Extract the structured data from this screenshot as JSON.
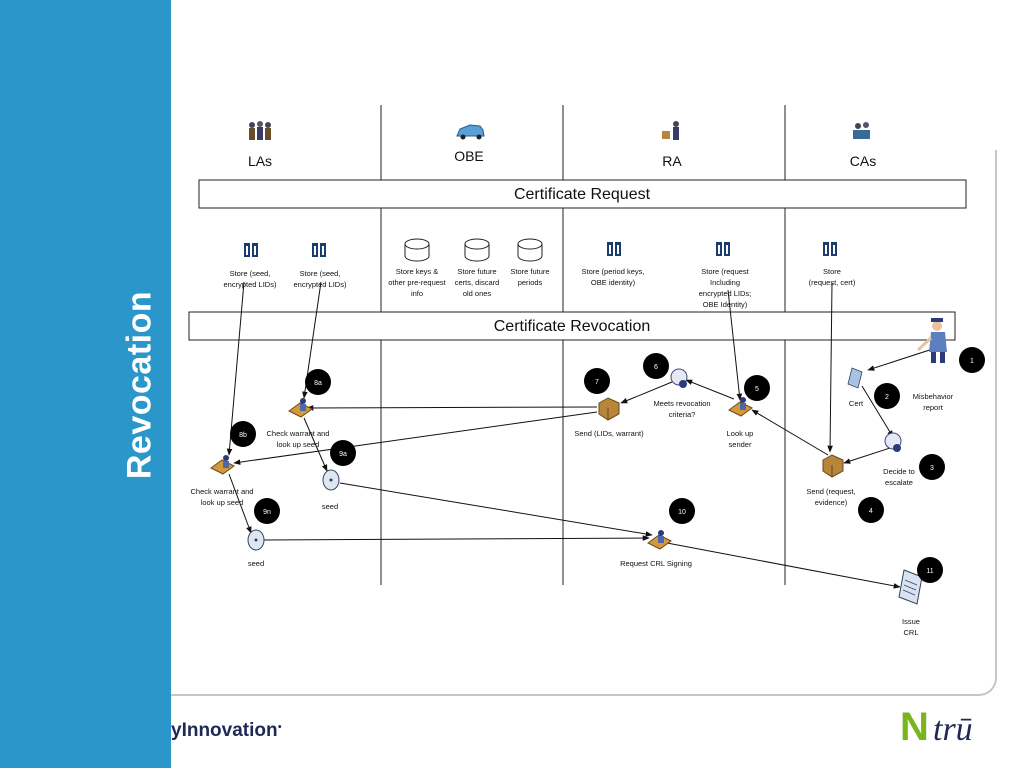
{
  "slide_title": "Revocation",
  "brand": {
    "text": "yInnovation",
    "logo_text": "trū",
    "logo_initial": "N"
  },
  "lanes": [
    "LAs",
    "OBE",
    "RA",
    "CAs"
  ],
  "banners": {
    "request": "Certificate Request",
    "revocation": "Certificate Revocation"
  },
  "stores": [
    [
      "Store (seed,",
      "encrypted LIDs)"
    ],
    [
      "Store (seed,",
      "encrypted LIDs)"
    ],
    [
      "Store keys &",
      "other pre-request",
      "info"
    ],
    [
      "Store future",
      "certs, discard",
      "old ones"
    ],
    [
      "Store future",
      "periods"
    ],
    [
      "Store (period keys,",
      "OBE identity)"
    ],
    [
      "Store (request",
      "Including",
      "encrypted LIDs;",
      "OBE Identity)"
    ],
    [
      "Store",
      "(request, cert)"
    ]
  ],
  "steps": [
    "1",
    "2",
    "3",
    "4",
    "5",
    "6",
    "7",
    "8a",
    "8b",
    "9a",
    "9n",
    "10",
    "11"
  ],
  "labels": {
    "misbehavior": [
      "Misbehavior",
      "report"
    ],
    "cert": "Cert",
    "decide": [
      "Decide to",
      "escalate"
    ],
    "send_request": [
      "Send (request,",
      "evidence)"
    ],
    "lookup_sender": [
      "Look up",
      "sender"
    ],
    "meets": [
      "Meets revocation",
      "criteria?"
    ],
    "send_lids": "Send (LIDs, warrant)",
    "check_a": [
      "Check warrant and",
      "look up seed"
    ],
    "check_b": [
      "Check warrant and",
      "look up seed"
    ],
    "seed_a": "seed",
    "seed_n": "seed",
    "request_crl": "Request CRL Signing",
    "issue_crl": [
      "Issue",
      "CRL"
    ]
  },
  "colors": {
    "sidebar": "#2b96c9",
    "badge": "#000000",
    "brand_green": "#7ab51d",
    "brand_navy": "#1e2a55"
  }
}
